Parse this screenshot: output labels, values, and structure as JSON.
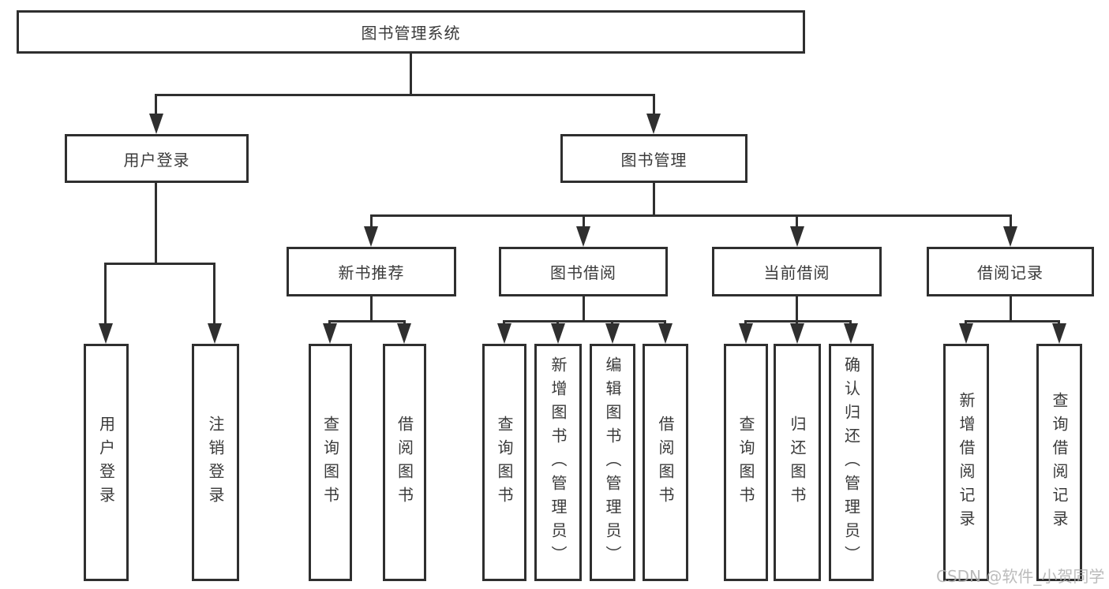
{
  "diagram": {
    "root": {
      "label": "图书管理系统"
    },
    "branches": [
      {
        "label": "用户登录",
        "children": [
          {
            "label": "用户登录"
          },
          {
            "label": "注销登录"
          }
        ]
      },
      {
        "label": "图书管理",
        "children": [
          {
            "label": "新书推荐",
            "children": [
              {
                "label": "查询图书"
              },
              {
                "label": "借阅图书"
              }
            ]
          },
          {
            "label": "图书借阅",
            "children": [
              {
                "label": "查询图书"
              },
              {
                "label": "新增图书（管理员）"
              },
              {
                "label": "编辑图书（管理员）"
              },
              {
                "label": "借阅图书"
              }
            ]
          },
          {
            "label": "当前借阅",
            "children": [
              {
                "label": "查询图书"
              },
              {
                "label": "归还图书"
              },
              {
                "label": "确认归还（管理员）"
              }
            ]
          },
          {
            "label": "借阅记录",
            "children": [
              {
                "label": "新增借阅记录"
              },
              {
                "label": "查询借阅记录"
              }
            ]
          }
        ]
      }
    ]
  },
  "watermark": {
    "text": "CSDN @软件_小贺同学"
  },
  "colors": {
    "line": "#2f2f2f",
    "box_border": "#2f2f2f",
    "box_background": "#ffffff",
    "text": "#3a3a3a",
    "watermark": "#b0b0b0"
  }
}
